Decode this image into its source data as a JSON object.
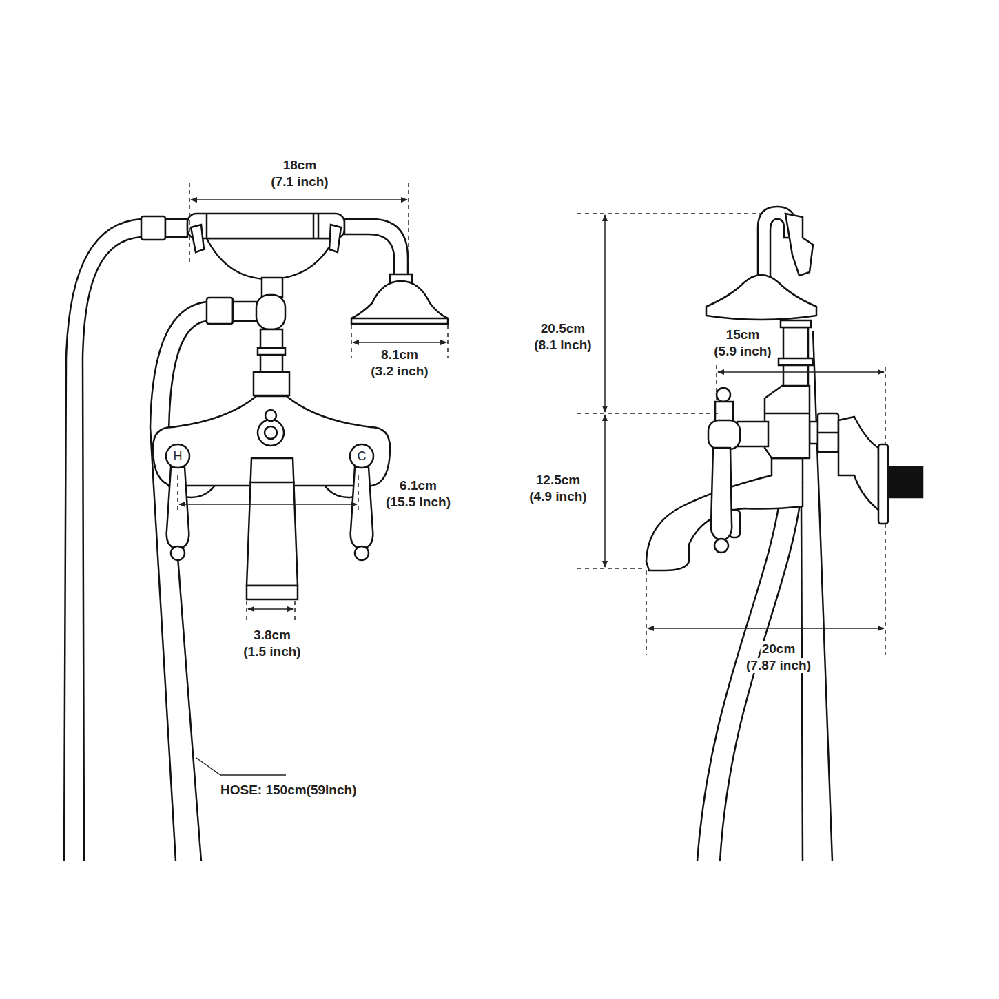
{
  "diagram": {
    "labels": [
      "18cm",
      "(7.1 inch)",
      "8.1cm",
      "(3.2 inch)",
      "H",
      "C",
      "6.1cm",
      "(15.5 inch)",
      "3.8cm",
      "(1.5 inch)",
      "HOSE: 150cm(59inch)",
      "20.5cm",
      "(8.1 inch)",
      "15cm",
      "(5.9 inch)",
      "12.5cm",
      "(4.9 inch)",
      "20cm",
      "(7.87 inch)"
    ]
  }
}
